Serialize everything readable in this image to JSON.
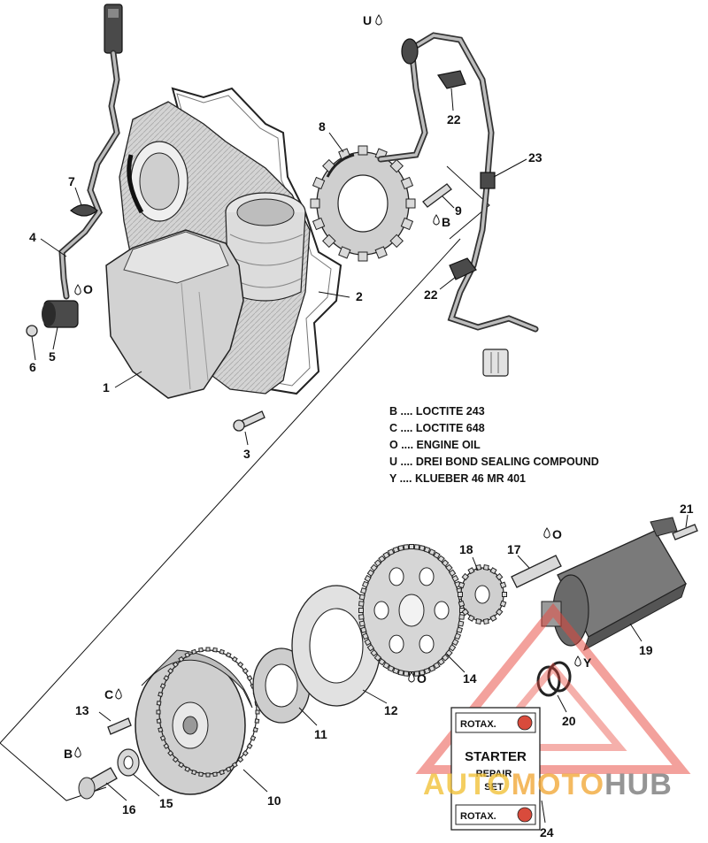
{
  "callouts": {
    "c1": "1",
    "c2": "2",
    "c3": "3",
    "c4": "4",
    "c5": "5",
    "c6": "6",
    "c7": "7",
    "c8": "8",
    "c9": "9",
    "c10": "10",
    "c11": "11",
    "c12": "12",
    "c13": "13",
    "c14": "14",
    "c15": "15",
    "c16": "16",
    "c17": "17",
    "c18": "18",
    "c19": "19",
    "c20": "20",
    "c21": "21",
    "c22a": "22",
    "c22b": "22",
    "c23": "23",
    "c24": "24"
  },
  "markers": {
    "o_part5": "O",
    "b_part9": "B",
    "u_wire": "U",
    "o_part14": "O",
    "o_part17": "O",
    "y_part20": "Y",
    "c_part13": "C",
    "b_part16": "B"
  },
  "legend": [
    {
      "code": "B",
      "text": "B .... LOCTITE 243"
    },
    {
      "code": "C",
      "text": "C .... LOCTITE 648"
    },
    {
      "code": "O",
      "text": "O .... ENGINE OIL"
    },
    {
      "code": "U",
      "text": "U .... DREI BOND SEALING COMPOUND"
    },
    {
      "code": "Y",
      "text": "Y .... KLUEBER 46 MR 401"
    }
  ],
  "kit_box": {
    "brand_top": "ROTAX.",
    "title": "STARTER",
    "subtitle_1": "REPAIR",
    "subtitle_2": "SET",
    "brand_bottom": "ROTAX."
  },
  "watermark": {
    "part_a": "AUTO",
    "part_b": "MOTO",
    "part_c": "HUB",
    "color_a": "#f2c23a",
    "color_b": "#f2a93a",
    "color_c": "#8a8a8a",
    "triangle_color": "#e8463c"
  }
}
